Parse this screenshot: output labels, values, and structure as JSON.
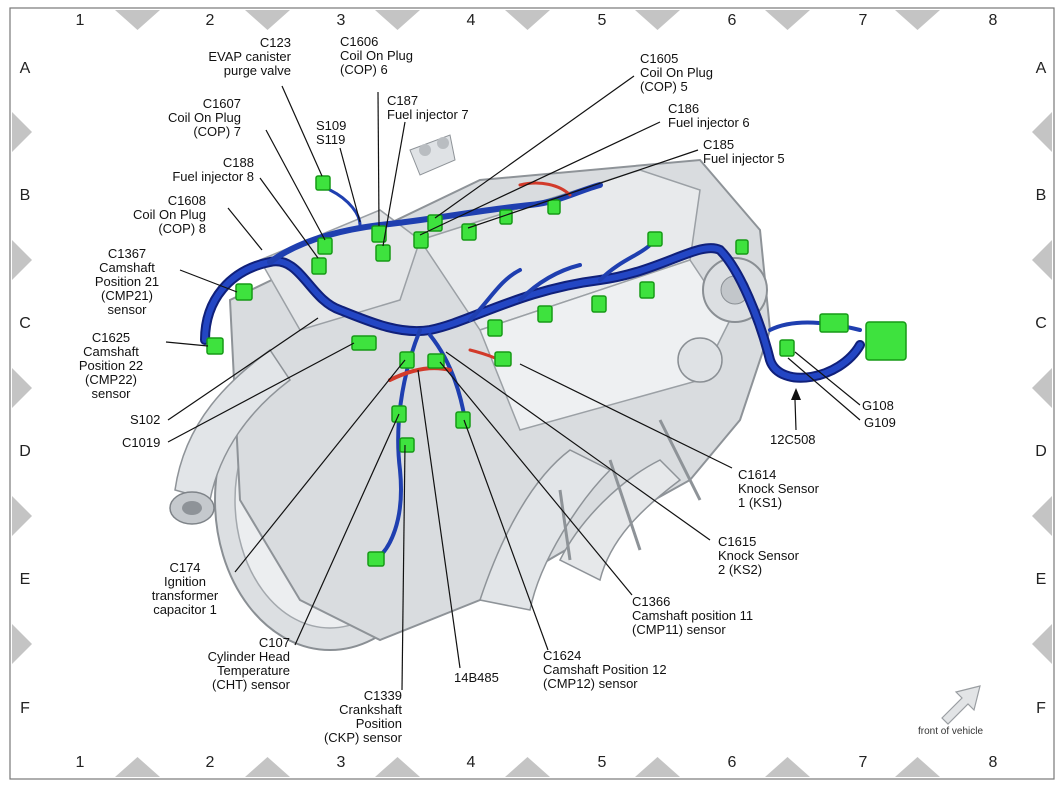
{
  "grid": {
    "columns": [
      "1",
      "2",
      "3",
      "4",
      "5",
      "6",
      "7",
      "8"
    ],
    "rows": [
      "A",
      "B",
      "C",
      "D",
      "E",
      "F"
    ]
  },
  "colors": {
    "harness": "#1f3fb0",
    "harness_dark": "#10207a",
    "connector": "#3ee23e",
    "connector_dark": "#169a16",
    "engine": "#d9dcdf",
    "engine_shade": "#9ea3a8",
    "leader": "#111111",
    "red_wire": "#d23a2a"
  },
  "labels": {
    "c123": "C123\nEVAP canister\npurge valve",
    "c1606": "C1606\nCoil On Plug\n(COP) 6",
    "c1605": "C1605\nCoil On Plug\n(COP) 5",
    "c1607": "C1607\nCoil On Plug\n(COP) 7",
    "s109": "S109\nS119",
    "c187": "C187\nFuel injector 7",
    "c186": "C186\nFuel injector 6",
    "c185": "C185\nFuel injector 5",
    "c188": "C188\nFuel injector 8",
    "c1608": "C1608\nCoil On Plug\n(COP) 8",
    "c1367": "C1367\nCamshaft\nPosition 21\n(CMP21)\nsensor",
    "c1625": "C1625\nCamshaft\nPosition 22\n(CMP22)\nsensor",
    "s102": "S102",
    "c1019": "C1019",
    "g108": "G108",
    "g109": "G109",
    "c12c508": "12C508",
    "c1614": "C1614\nKnock Sensor\n1 (KS1)",
    "c1615": "C1615\nKnock Sensor\n2 (KS2)",
    "c1366": "C1366\nCamshaft position 11\n(CMP11) sensor",
    "c1624": "C1624\nCamshaft Position 12\n(CMP12) sensor",
    "c174": "C174\nIgnition\ntransformer\ncapacitor 1",
    "c107": "C107\nCylinder Head\nTemperature\n(CHT) sensor",
    "c1339": "C1339\nCrankshaft\nPosition\n(CKP) sensor",
    "c14b485": "14B485"
  },
  "front_of_vehicle": "front of vehicle"
}
